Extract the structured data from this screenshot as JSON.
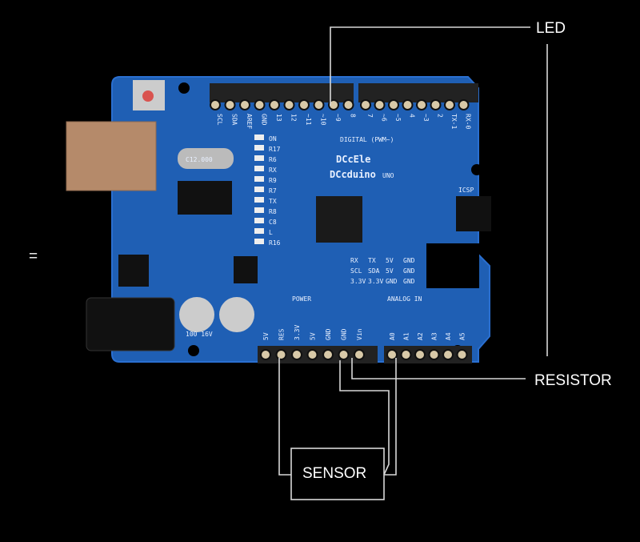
{
  "labels": {
    "led": "LED",
    "resistor": "RESISTOR",
    "sensor": "SENSOR",
    "equals": "="
  },
  "board": {
    "brand": "DCcEle",
    "model": "DCcduino",
    "model_suffix": "UNO",
    "digital_label": "DIGITAL (PWM~)",
    "power_label": "POWER",
    "analog_label": "ANALOG IN",
    "icsp_label": "ICSP",
    "crystal_label": "C12.000",
    "top_left_pins": [
      "SCL",
      "SDA",
      "AREF",
      "GND",
      "13",
      "12",
      "~11",
      "~10",
      "~9",
      "8"
    ],
    "top_right_pins": [
      "7",
      "~6",
      "~5",
      "4",
      "~3",
      "2",
      "TX-1",
      "RX-0"
    ],
    "power_pins": [
      "5V",
      "RES",
      "3.3V",
      "5V",
      "GND",
      "GND",
      "Vin"
    ],
    "analog_pins": [
      "A0",
      "A1",
      "A2",
      "A3",
      "A4",
      "A5"
    ],
    "header_table": [
      "RX",
      "TX",
      "5V",
      "GND",
      "SCL",
      "SDA",
      "5V",
      "GND",
      "3.3V",
      "3.3V",
      "GND",
      "GND"
    ],
    "cap_label": "100 16V",
    "led_labels": [
      "ON",
      "R17",
      "R6",
      "RX",
      "R9",
      "R7",
      "TX",
      "R8",
      "C8",
      "L",
      "R16"
    ]
  },
  "colors": {
    "board": "#1f5fb4",
    "wire": "#d8d8d8",
    "background": "#000000"
  }
}
